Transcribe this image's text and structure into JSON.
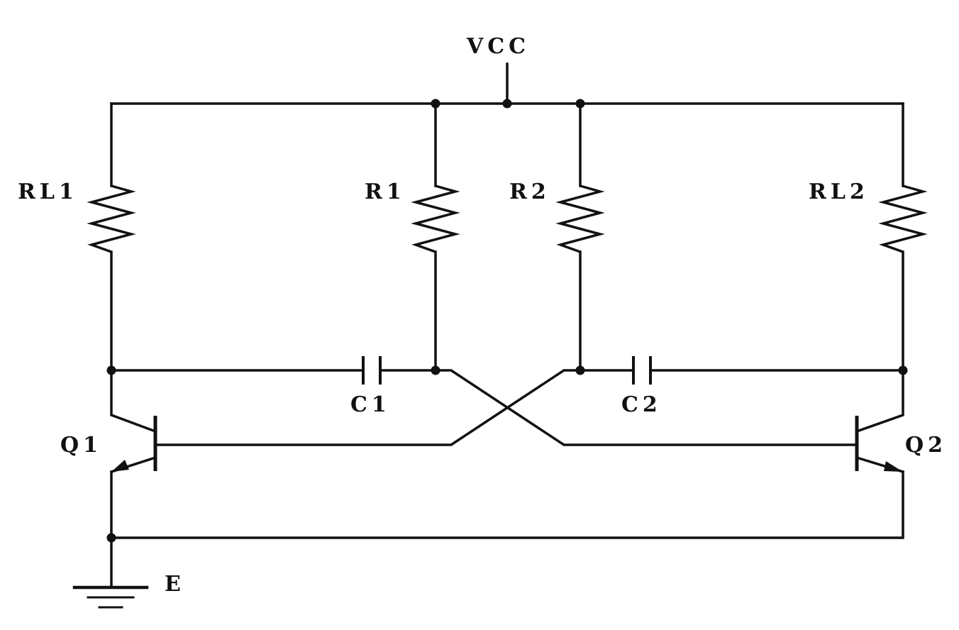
{
  "labels": {
    "vcc": "VCC",
    "rl1": "RL1",
    "r1": "R1",
    "r2": "R2",
    "rl2": "RL2",
    "c1": "C1",
    "c2": "C2",
    "q1": "Q1",
    "q2": "Q2",
    "e": "E"
  },
  "colors": {
    "ink": "#111111",
    "background": "#ffffff"
  }
}
